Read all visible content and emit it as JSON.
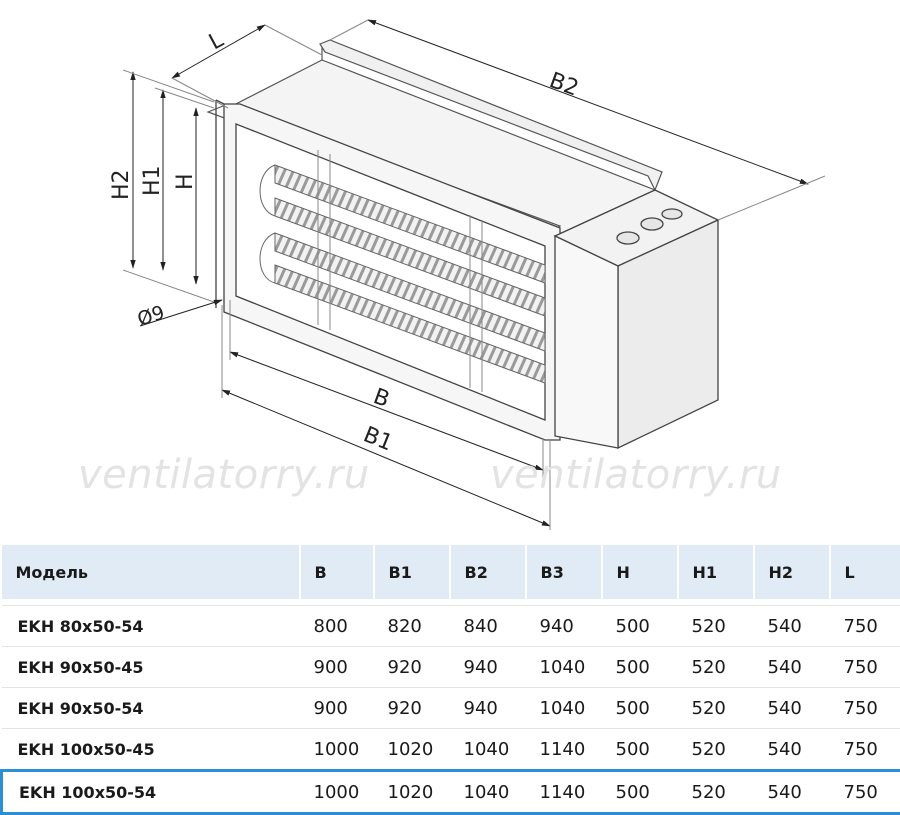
{
  "drawing": {
    "dimension_labels": {
      "L": "L",
      "B2": "B2",
      "H2": "H2",
      "H1": "H1",
      "H": "H",
      "hole": "Ø9",
      "B": "B",
      "B1": "B1"
    }
  },
  "watermark": {
    "text_left": "ventilatorry.ru",
    "text_right": "ventilatorry.ru"
  },
  "table": {
    "headers": [
      "Модель",
      "B",
      "B1",
      "B2",
      "B3",
      "H",
      "H1",
      "H2",
      "L"
    ],
    "rows": [
      [
        "EKH 80x50-54",
        "800",
        "820",
        "840",
        "940",
        "500",
        "520",
        "540",
        "750"
      ],
      [
        "EKH 90x50-45",
        "900",
        "920",
        "940",
        "1040",
        "500",
        "520",
        "540",
        "750"
      ],
      [
        "EKH 90x50-54",
        "900",
        "920",
        "940",
        "1040",
        "500",
        "520",
        "540",
        "750"
      ],
      [
        "EKH 100x50-45",
        "1000",
        "1020",
        "1040",
        "1140",
        "500",
        "520",
        "540",
        "750"
      ],
      [
        "EKH 100x50-54",
        "1000",
        "1020",
        "1040",
        "1140",
        "500",
        "520",
        "540",
        "750"
      ]
    ],
    "highlight_color": "#2a8fd6",
    "header_background": "#e0ebf5"
  }
}
